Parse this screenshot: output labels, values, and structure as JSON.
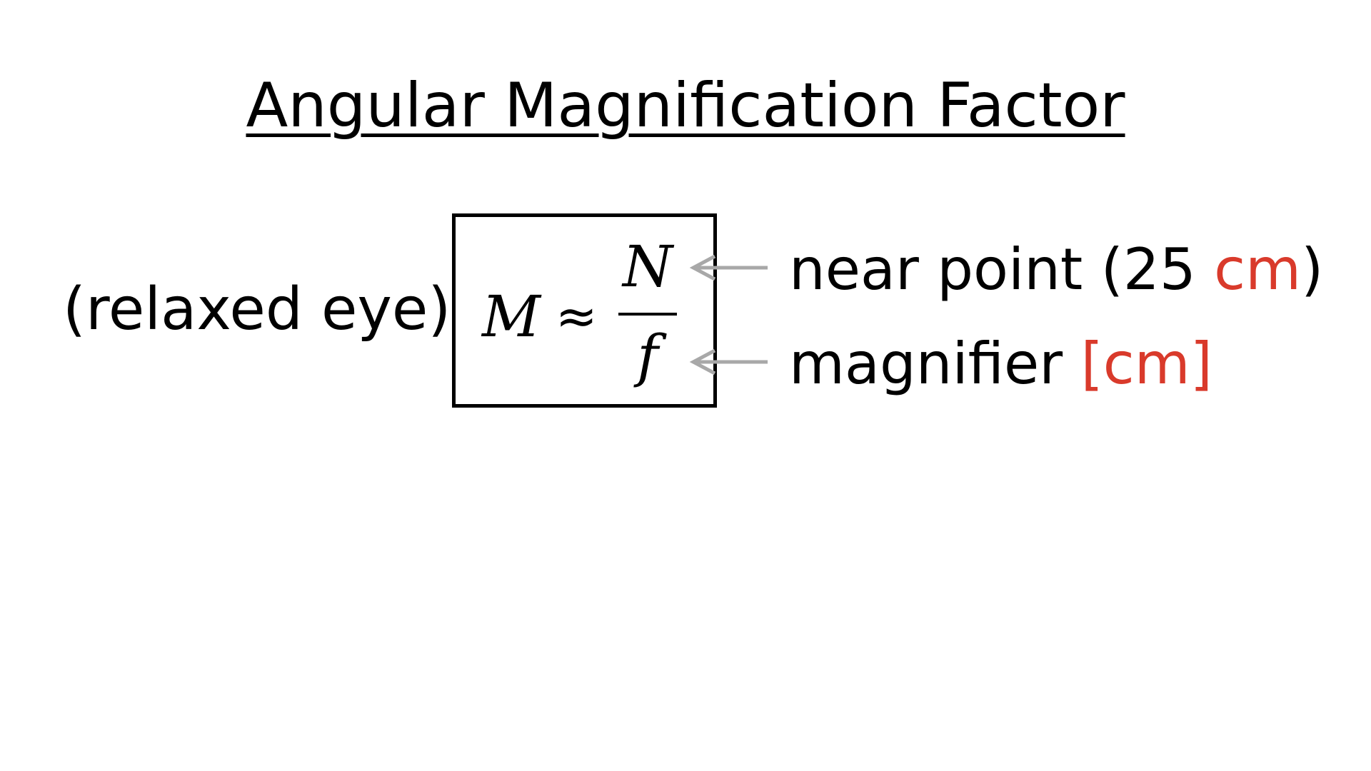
{
  "title": "Angular Magnification Factor",
  "side_label": "(relaxed eye)",
  "formula": {
    "lhs": "M",
    "operator": "≈",
    "numerator": "N",
    "denominator": "f"
  },
  "annotations": {
    "numerator": {
      "text": "near point (25 ",
      "unit": "cm",
      "close": ")"
    },
    "denominator": {
      "text": "magnifier ",
      "unit": "[cm]"
    }
  },
  "colors": {
    "text": "#000000",
    "unit_highlight": "#d93a2b",
    "arrow": "#a8a8a8",
    "background": "#ffffff"
  }
}
